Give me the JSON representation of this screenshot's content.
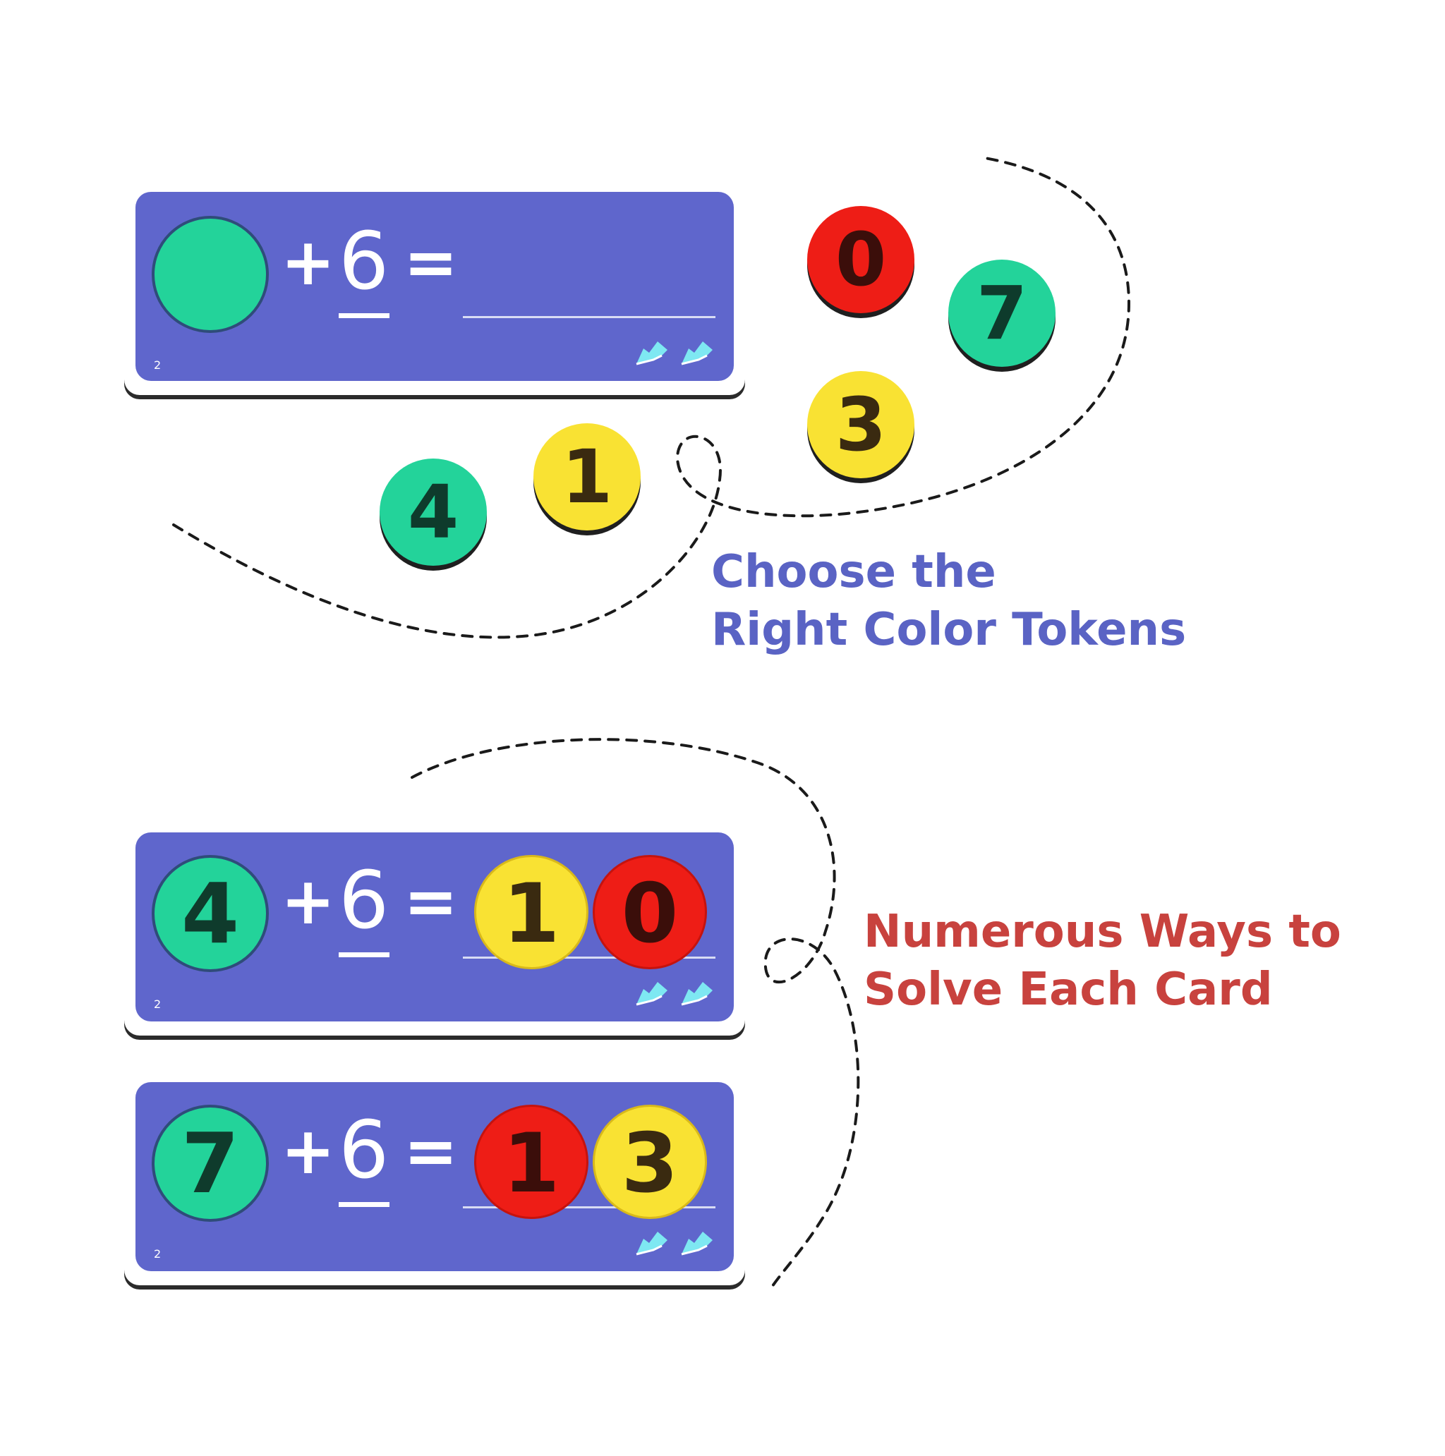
{
  "colors": {
    "card_blue": "#5f66cc",
    "token_red": "#ee1d16",
    "token_green": "#23d39a",
    "token_yellow": "#f9e233",
    "caption_blue": "#5a63c4",
    "caption_red": "#c8423e"
  },
  "cards": [
    {
      "first_operand": "",
      "plus": "+",
      "second_operand": "6",
      "equals": "=",
      "answer_tens": "",
      "answer_ones": "",
      "card_number": "2",
      "icons": [
        "shoe-icon",
        "shoe-icon"
      ]
    },
    {
      "first_operand": "4",
      "plus": "+",
      "second_operand": "6",
      "equals": "=",
      "answer_tens": "1",
      "answer_ones": "0",
      "answer_tens_color": "yellow",
      "answer_ones_color": "red",
      "card_number": "2",
      "icons": [
        "shoe-icon",
        "shoe-icon"
      ]
    },
    {
      "first_operand": "7",
      "plus": "+",
      "second_operand": "6",
      "equals": "=",
      "answer_tens": "1",
      "answer_ones": "3",
      "answer_tens_color": "red",
      "answer_ones_color": "yellow",
      "card_number": "2",
      "icons": [
        "shoe-icon",
        "shoe-icon"
      ]
    }
  ],
  "loose_tokens": [
    {
      "label": "0",
      "color": "red"
    },
    {
      "label": "7",
      "color": "green"
    },
    {
      "label": "3",
      "color": "yellow"
    },
    {
      "label": "1",
      "color": "yellow"
    },
    {
      "label": "4",
      "color": "green"
    }
  ],
  "captions": {
    "top": {
      "line1": "Choose the",
      "line2": "Right Color Tokens"
    },
    "bottom": {
      "line1": "Numerous Ways to",
      "line2": "Solve Each Card"
    }
  }
}
